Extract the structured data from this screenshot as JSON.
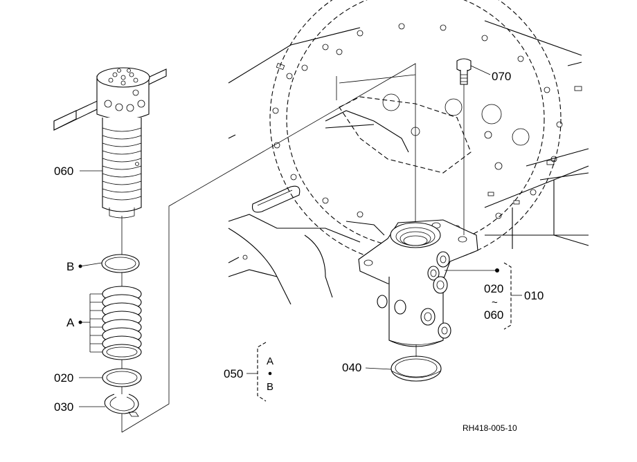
{
  "parts": {
    "p010": "010",
    "p020": "020",
    "p030": "030",
    "p040": "040",
    "p050": "050",
    "p060": "060",
    "p070": "070",
    "range_from": "020",
    "range_tilde": "~",
    "range_to": "060"
  },
  "labels": {
    "a": "A",
    "b": "B",
    "kit_a": "A",
    "kit_b": "B"
  },
  "reference": "RH418-005-10"
}
